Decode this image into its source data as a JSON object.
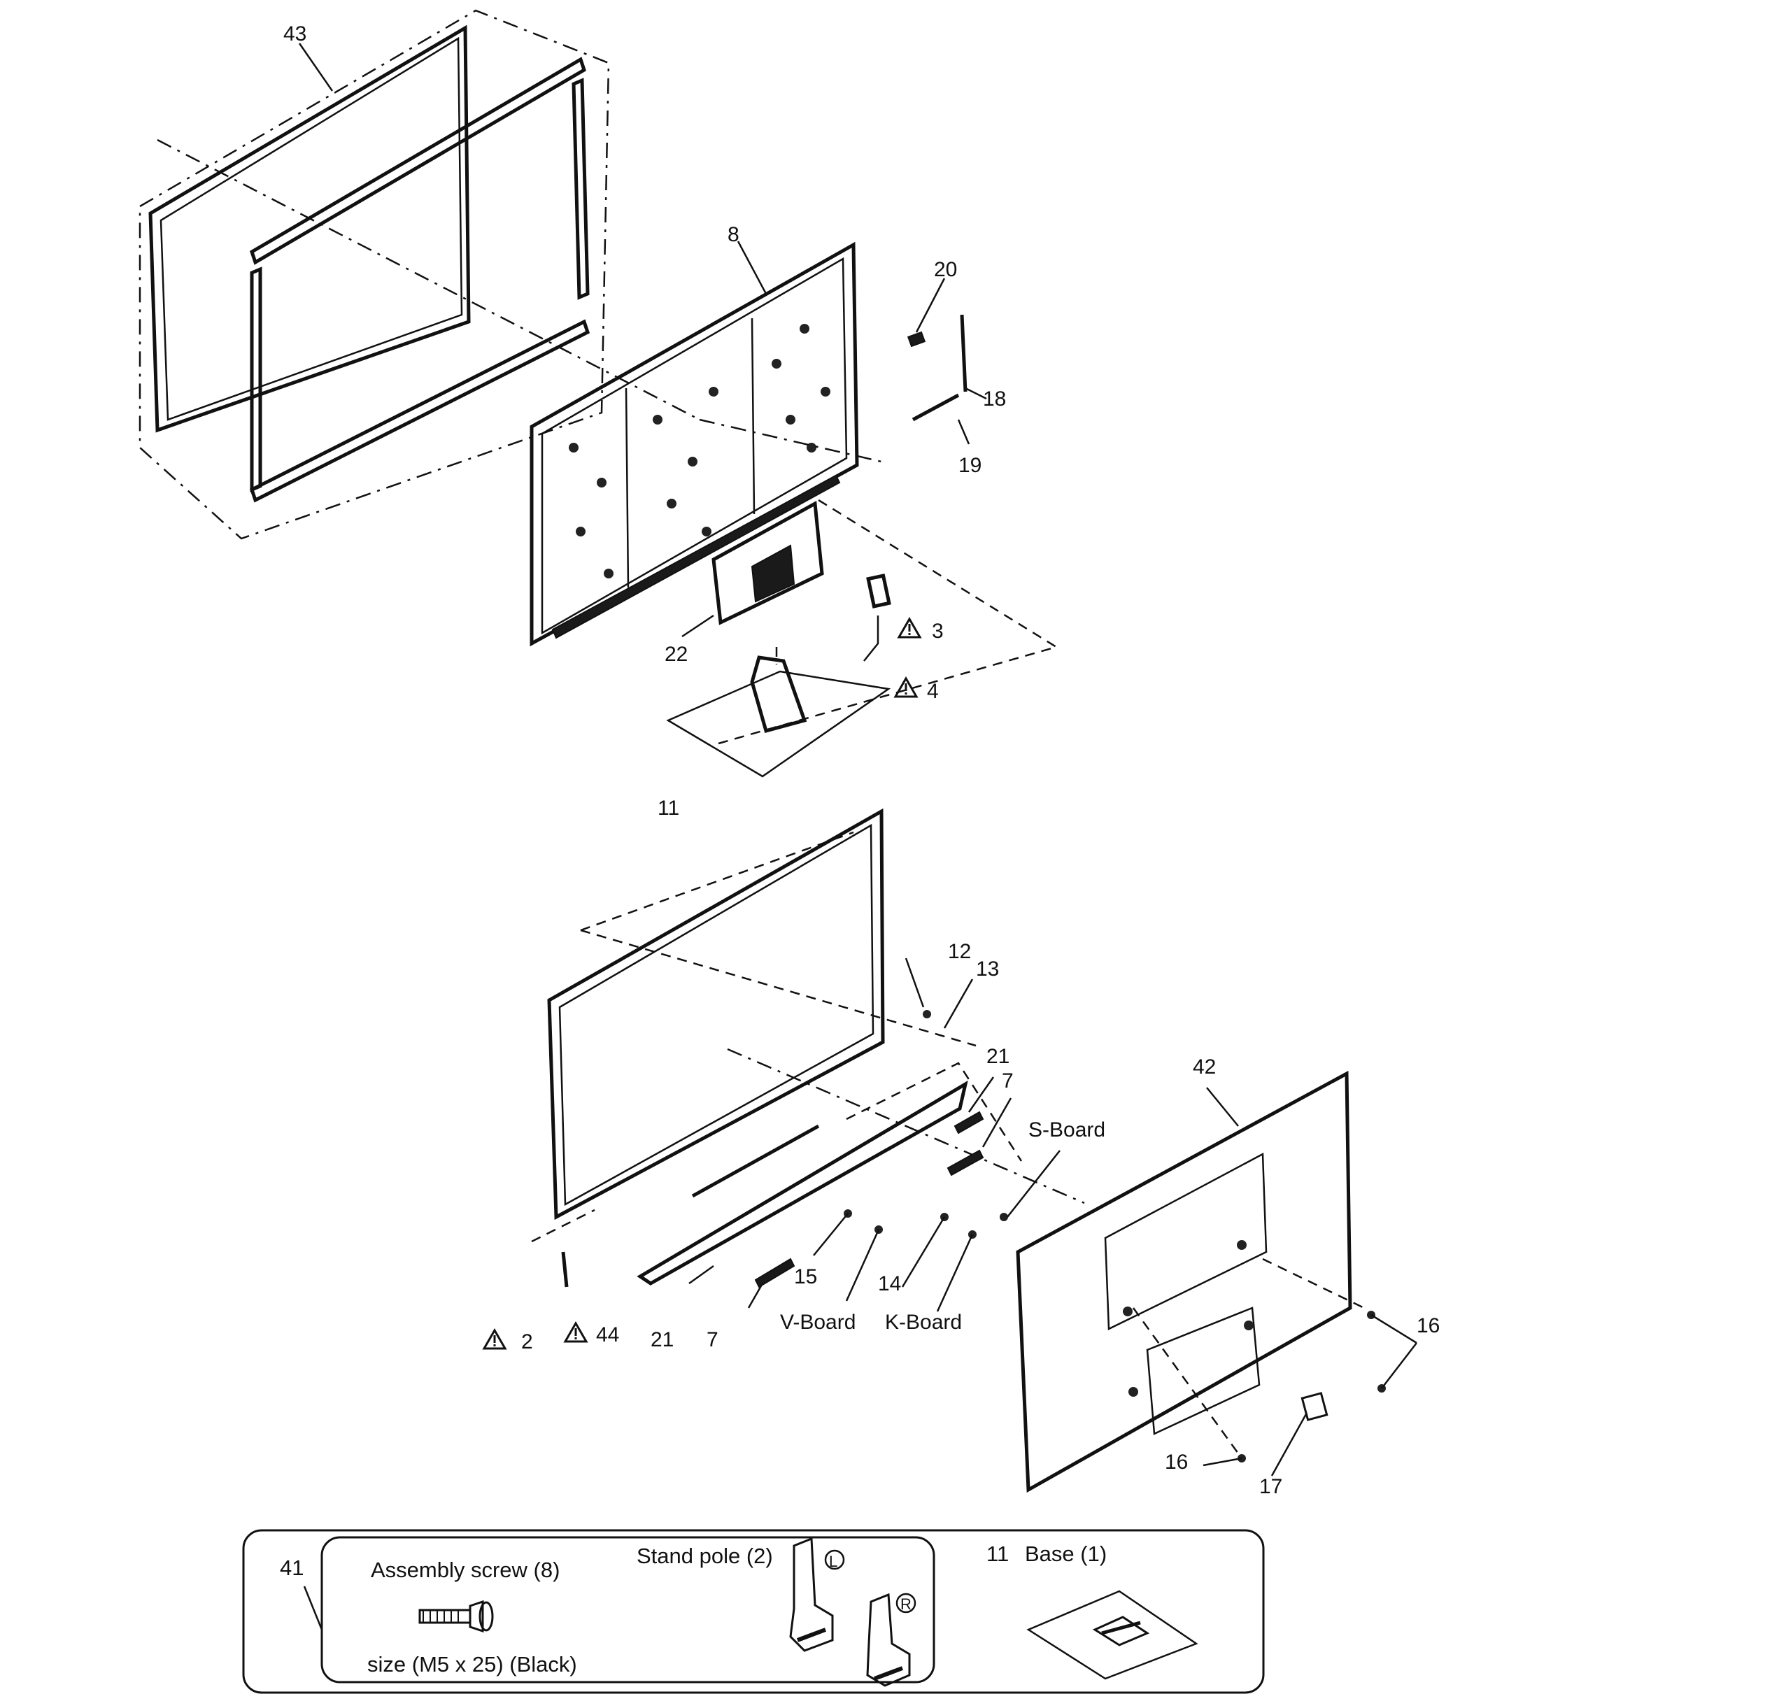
{
  "callouts": {
    "c43": "43",
    "c8": "8",
    "c20": "20",
    "c18": "18",
    "c19": "19",
    "c22": "22",
    "c3": "3",
    "c4": "4",
    "c11": "11",
    "c12": "12",
    "c13": "13",
    "c21a": "21",
    "c7a": "7",
    "c42": "42",
    "sboard": "S-Board",
    "c15": "15",
    "c14": "14",
    "vboard": "V-Board",
    "kboard": "K-Board",
    "c2": "2",
    "c44": "44",
    "c21b": "21",
    "c7b": "7",
    "c16a": "16",
    "c16b": "16",
    "c17": "17"
  },
  "accessories": {
    "group_no": "41",
    "screw_label": "Assembly screw (8)",
    "screw_size": "size (M5 x 25) (Black)",
    "pole_label": "Stand pole (2)",
    "pole_left_mark": "L",
    "pole_right_mark": "R",
    "base_no": "11",
    "base_label": "Base (1)"
  }
}
